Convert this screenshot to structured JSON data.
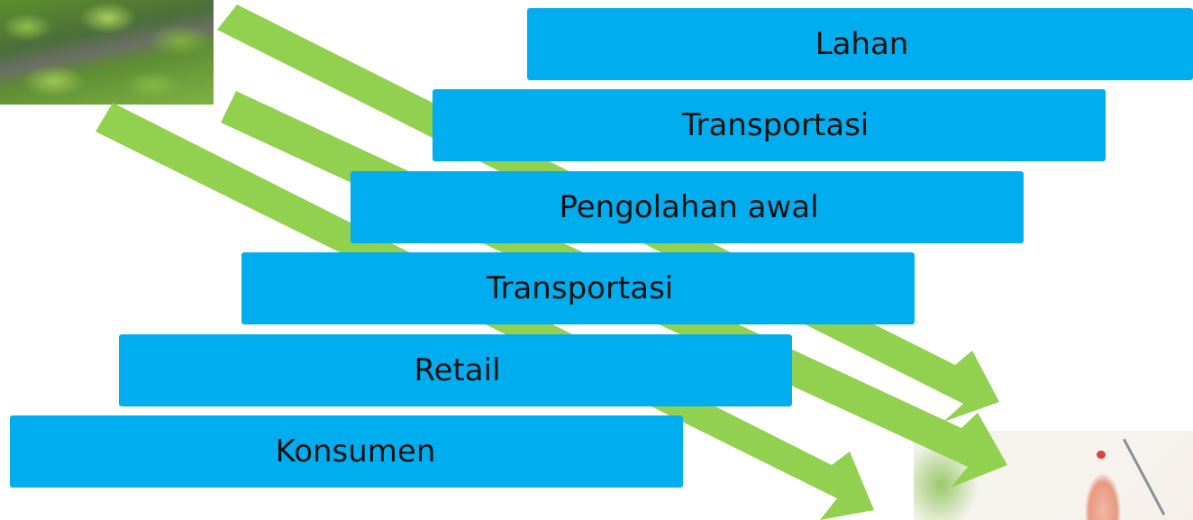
{
  "diagram": {
    "steps": [
      {
        "label": "Lahan"
      },
      {
        "label": "Transportasi"
      },
      {
        "label": "Pengolahan awal"
      },
      {
        "label": "Transportasi"
      },
      {
        "label": "Retail"
      },
      {
        "label": "Konsumen"
      }
    ],
    "arrows": {
      "count": 3,
      "color": "#92d050"
    },
    "images": {
      "start": "vegetable-field-photo",
      "end": "consumer-eating-photo"
    },
    "colors": {
      "box_fill": "#00aeef",
      "text": "#111111",
      "background": "#ffffff"
    }
  }
}
